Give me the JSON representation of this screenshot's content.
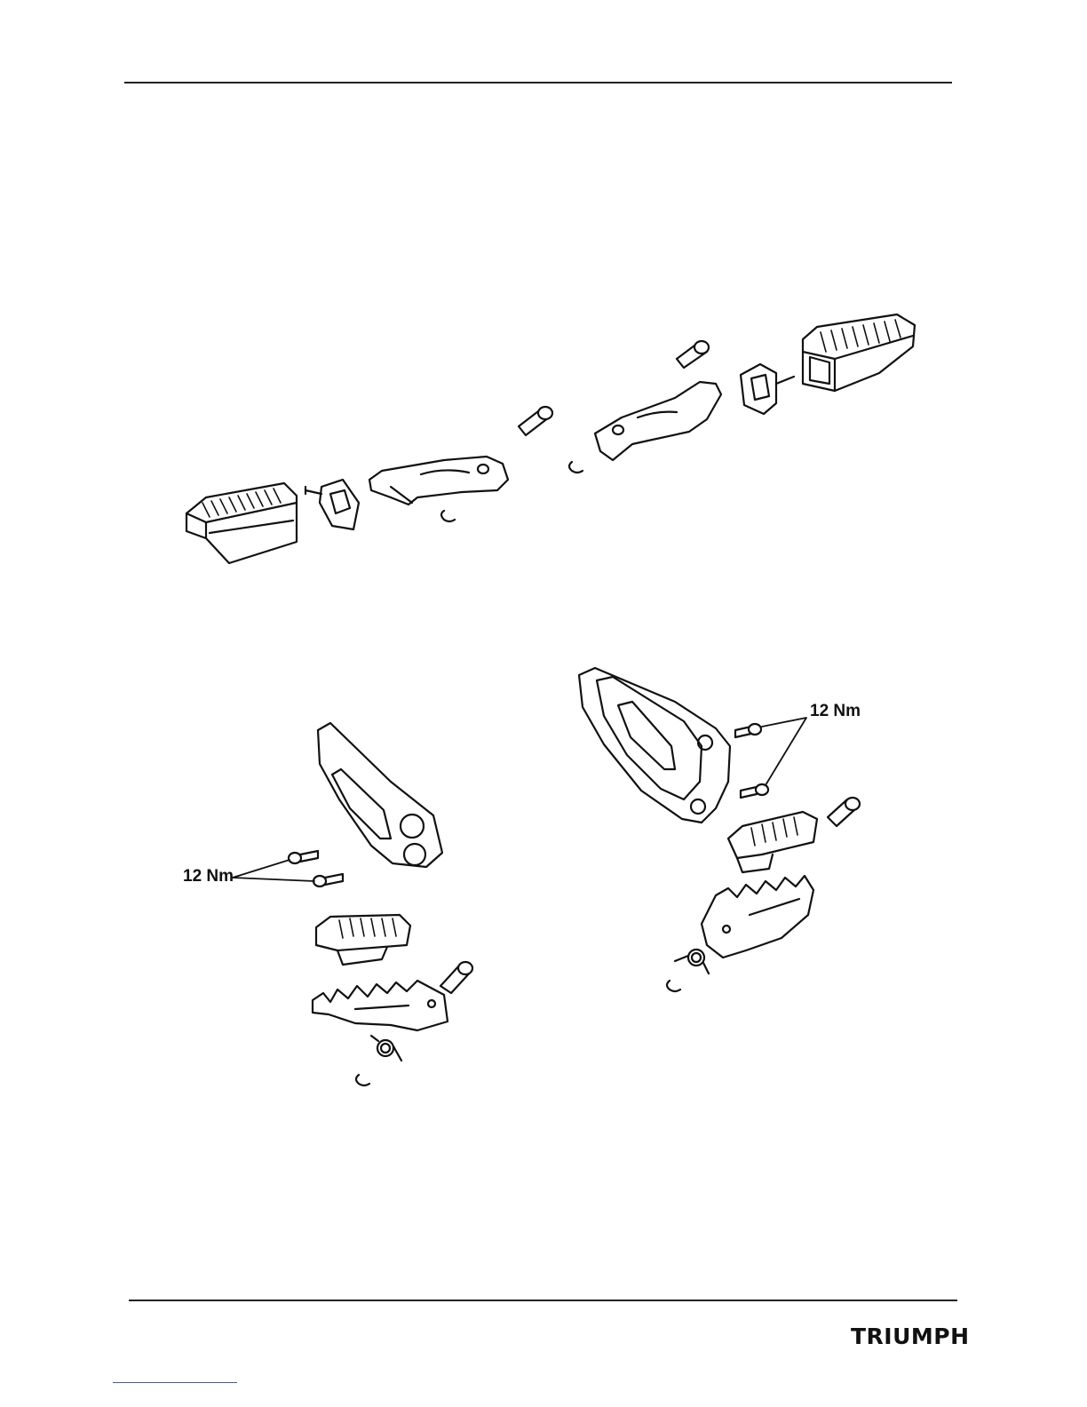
{
  "labels": {
    "torque_left": "12 Nm",
    "torque_right": "12 Nm"
  },
  "footer": {
    "logo_text": "TRIUMPH"
  },
  "figures": [
    {
      "name": "front-footrests-exploded-view"
    },
    {
      "name": "left-rear-footrest-assembly"
    },
    {
      "name": "right-rear-footrest-assembly"
    }
  ]
}
